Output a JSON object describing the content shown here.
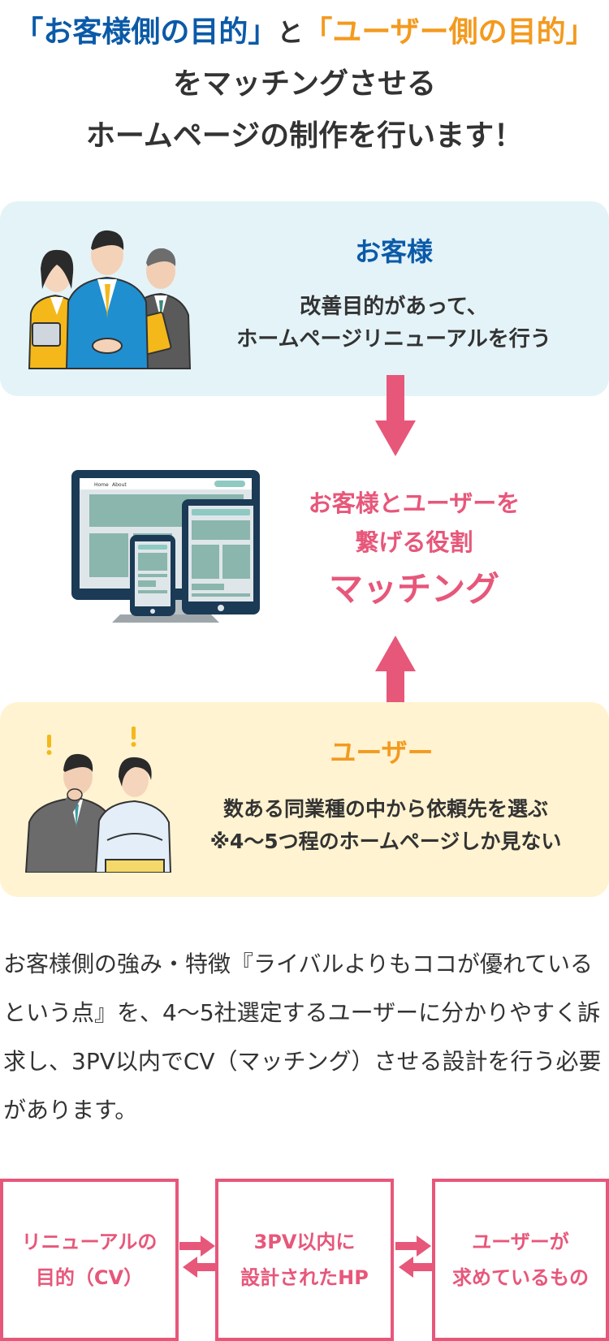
{
  "headline": {
    "bracket_client": "「お客様側の目的」",
    "to": "と",
    "bracket_user": "「ユーザー側の目的」",
    "line2": "をマッチングさせる",
    "line3": "ホームページの制作を行います！"
  },
  "client_panel": {
    "title": "お客様",
    "desc_line1": "改善目的があって、",
    "desc_line2": "ホームページリニューアルを行う"
  },
  "device_mock": {
    "nav_home": "Home",
    "nav_about": "About"
  },
  "matching": {
    "line1": "お客様とユーザーを",
    "line2": "繋げる役割",
    "big": "マッチング"
  },
  "user_panel": {
    "title": "ユーザー",
    "desc_line1": "数ある同業種の中から依頼先を選ぶ",
    "desc_line2": "※4〜5つ程のホームページしか見ない"
  },
  "paragraph": {
    "text": "お客様側の強み・特徴『ライバルよりもココが優れているという点』を、4〜5社選定するユーザーに分かりやすく訴求し、3PV以内でCV（マッチング）させる設計を行う必要があります。"
  },
  "flow": {
    "box1_line1": "リニューアルの",
    "box1_line2": "目的（CV）",
    "box2_line1": "3PV以内に",
    "box2_line2": "設計されたHP",
    "box3_line1": "ユーザーが",
    "box3_line2": "求めているもの"
  },
  "colors": {
    "blue": "#0b5aa8",
    "orange": "#f39a1e",
    "pink": "#e7577a",
    "client_bg": "#e4f3f8",
    "user_bg": "#fff3d1"
  }
}
